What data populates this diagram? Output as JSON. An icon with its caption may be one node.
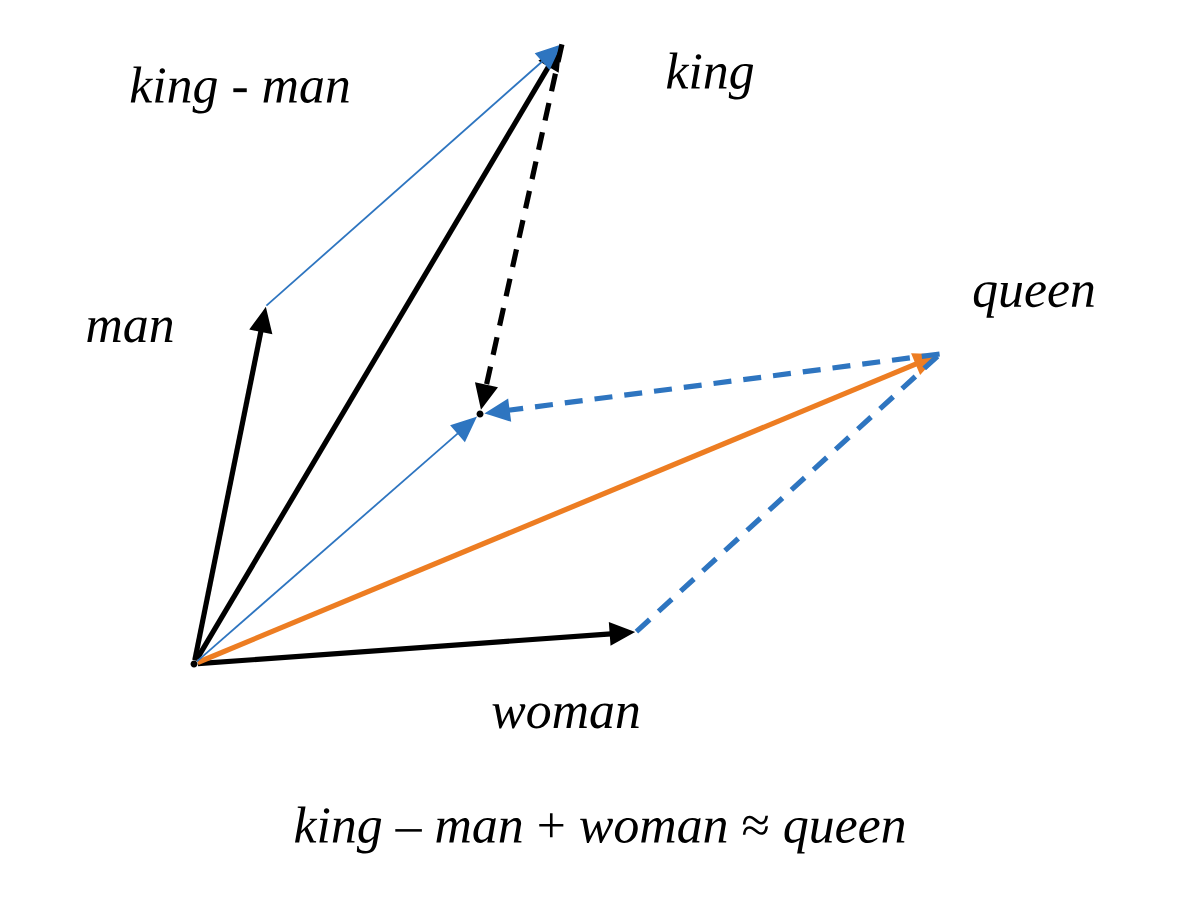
{
  "diagram": {
    "caption": "*king* – *man* + *woman* ≈ *queen*",
    "nodes": [
      {
        "text": [],
        "shape": "point"
      },
      {
        "text": [],
        "shape": "point",
        "beside": [
          "man"
        ]
      },
      {
        "text": [],
        "shape": "point",
        "beside": [
          "king"
        ]
      },
      {
        "text": [],
        "shape": "point",
        "beside": [
          "woman"
        ]
      },
      {
        "text": [],
        "shape": "point",
        "beside": [
          "queen"
        ]
      },
      {
        "text": [],
        "shape": "point"
      }
    ],
    "edges": [
      {
        "from": 0,
        "to": 1,
        "arrow": "to"
      },
      {
        "from": 0,
        "to": 2,
        "arrow": "to"
      },
      {
        "from": 0,
        "to": 3,
        "arrow": "to"
      },
      {
        "from": 0,
        "to": 4,
        "arrow": "to",
        "color": "#ed7d22"
      },
      {
        "from": 1,
        "to": 2,
        "arrow": "to",
        "label": "king - man",
        "color": "#2e75c0"
      },
      {
        "from": 0,
        "to": 5,
        "arrow": "to",
        "color": "#2e75c0"
      },
      {
        "from": 2,
        "to": 5,
        "arrow": "to",
        "style": "dashed"
      },
      {
        "from": 4,
        "to": 5,
        "arrow": "to",
        "style": "dashed",
        "color": "#2e75c0"
      },
      {
        "from": 3,
        "to": 4,
        "arrow": "none",
        "style": "dashed",
        "color": "#2e75c0"
      }
    ]
  }
}
